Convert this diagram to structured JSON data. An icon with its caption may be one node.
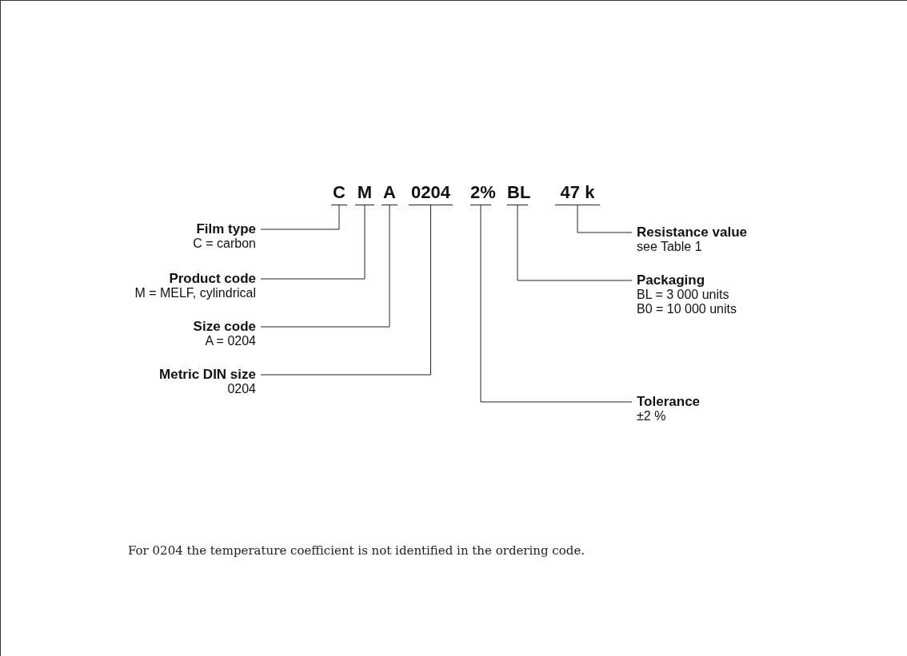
{
  "diagram": {
    "nodes": [
      {
        "text": [
          "C"
        ]
      },
      {
        "text": [
          "M"
        ]
      },
      {
        "text": [
          "A"
        ]
      },
      {
        "text": [
          "0204"
        ]
      },
      {
        "text": [
          "2%"
        ]
      },
      {
        "text": [
          "BL"
        ]
      },
      {
        "text": [
          "47 k"
        ]
      },
      {
        "text": [
          "Film type",
          "C = carbon"
        ]
      },
      {
        "text": [
          "Resistance value",
          "see Table 1"
        ]
      },
      {
        "text": [
          "Product code",
          "M = MELF, cylindrical"
        ]
      },
      {
        "text": [
          "Packaging",
          "BL = 3 000 units",
          "B0 = 10 000 units"
        ]
      },
      {
        "text": [
          "Size code",
          "A = 0204"
        ]
      },
      {
        "text": [
          "Tolerance",
          "±2 %"
        ]
      },
      {
        "text": [
          "Metric DIN size",
          "0204"
        ]
      }
    ],
    "edges": [
      {
        "from": 7,
        "to": 0,
        "arrow": "none"
      },
      {
        "from": 9,
        "to": 1,
        "arrow": "none"
      },
      {
        "from": 11,
        "to": 2,
        "arrow": "none"
      },
      {
        "from": 13,
        "to": 3,
        "arrow": "none"
      },
      {
        "from": 12,
        "to": 4,
        "arrow": "none"
      },
      {
        "from": 10,
        "to": 5,
        "arrow": "none"
      },
      {
        "from": 8,
        "to": 6,
        "arrow": "none"
      }
    ],
    "labels": [
      "For 0204 the temperature coefficient is not identified in the ordering code."
    ]
  }
}
